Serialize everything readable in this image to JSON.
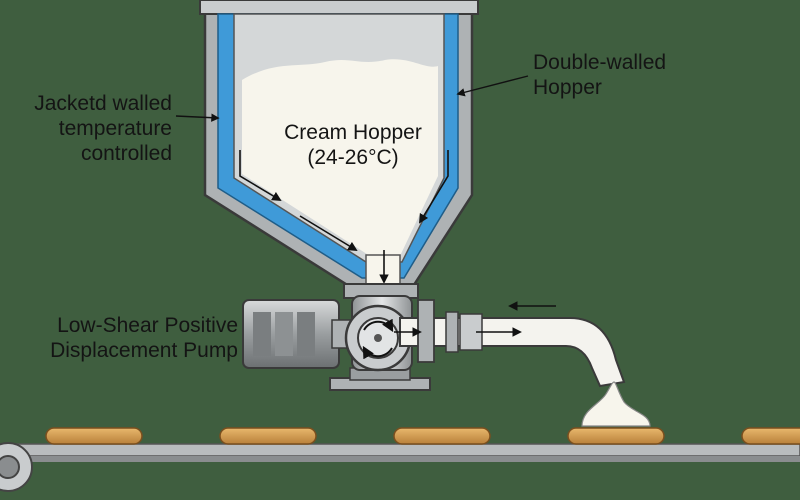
{
  "labels": {
    "jacketed": "Jacketd walled\ntemperature\ncontrolled",
    "double_walled": "Double-walled\nHopper",
    "cream_hopper": "Cream Hopper\n(24-26°C)",
    "pump": "Low-Shear Positive\nDisplacement Pump"
  },
  "colors": {
    "background": "#3f5e3f",
    "jacket": "#3f9ad8",
    "steel": "#c9ccce",
    "cream": "#f7f5ec",
    "cookie": "#d9a35a",
    "conveyor": "#b9bcbe"
  },
  "icons": {
    "flow_arrow": "arrow-icon",
    "pump_rotor": "rotor-icon",
    "conveyor_roller": "roller-icon"
  },
  "conveyor": {
    "cookie_count": 5
  }
}
